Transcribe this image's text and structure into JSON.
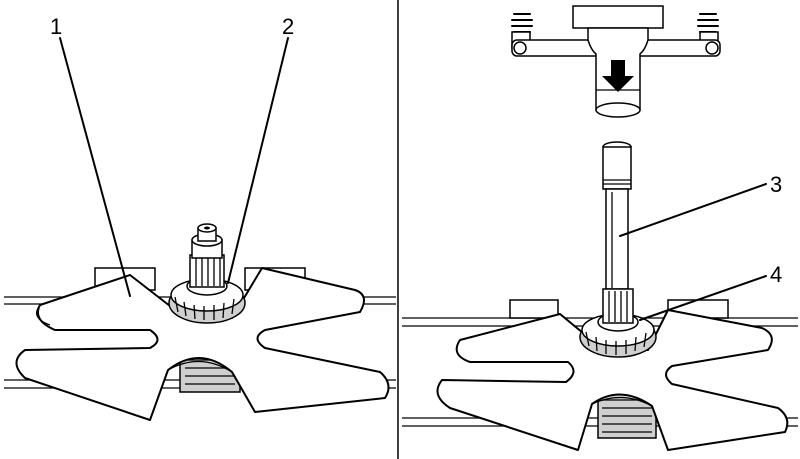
{
  "callouts": {
    "c1": "1",
    "c2": "2",
    "c3": "3",
    "c4": "4"
  },
  "colors": {
    "line": "#000000",
    "background": "#ffffff",
    "shade": "#cfcfcf"
  },
  "panels": [
    {
      "name": "left-panel",
      "shows": [
        "1",
        "2"
      ]
    },
    {
      "name": "right-panel",
      "shows": [
        "3",
        "4"
      ]
    }
  ],
  "icons": [
    "down-arrow-icon"
  ]
}
